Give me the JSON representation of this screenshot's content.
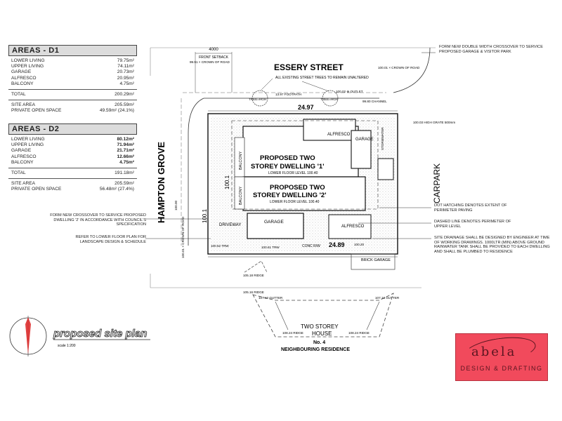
{
  "areas_d1": {
    "title": "AREAS - D1",
    "rows": [
      {
        "label": "LOWER LIVING",
        "value": "79.75m²"
      },
      {
        "label": "UPPER LIVING",
        "value": "74.11m²"
      },
      {
        "label": "GARAGE",
        "value": "20.73m²"
      },
      {
        "label": "ALFRESCO",
        "value": "20.95m²"
      },
      {
        "label": "BALCONY",
        "value": "4.75m²"
      }
    ],
    "total_label": "TOTAL",
    "total_value": "200.29m²",
    "site_area_label": "SITE AREA",
    "site_area_value": "205.59m²",
    "pos_label": "PRIVATE OPEN SPACE",
    "pos_value": "49.59m² (24.1%)"
  },
  "areas_d2": {
    "title": "AREAS - D2",
    "rows": [
      {
        "label": "LOWER LIVING",
        "value": "80.12m²"
      },
      {
        "label": "UPPER LIVING",
        "value": "71.94m²"
      },
      {
        "label": "GARAGE",
        "value": "21.71m²"
      },
      {
        "label": "ALFRESCO",
        "value": "12.66m²"
      },
      {
        "label": "BALCONY",
        "value": "4.75m²"
      }
    ],
    "total_label": "TOTAL",
    "total_value": "191.18m²",
    "site_area_label": "SITE AREA",
    "site_area_value": "205.59m²",
    "pos_label": "PRIVATE OPEN SPACE",
    "pos_value": "56.48m² (27.4%)"
  },
  "streets": {
    "essery": "ESSERY STREET",
    "hampton": "HAMPTON GROVE",
    "carpark": "CARPARK"
  },
  "plan": {
    "front_setback_dim": "4000",
    "front_setback_label": "FRONT SETBACK",
    "crown_road_left": "99.91 × CROWN OF ROAD",
    "crown_road_right": "100.01 × CROWN OF ROAD",
    "trees_note": "ALL EXISTING STREET TREES TO REMAIN UNALTERED",
    "tree1": "TREE=HGH",
    "tree2": "TREE=HGH",
    "outlet": "100.02 ⊕ OUTLET",
    "channel": "99.80 CHANNEL",
    "footpath": "13.97 FOOTPATH",
    "top_dim": "24.97",
    "bottom_dim": "24.89",
    "bottom_right_level": "100.20",
    "high_grate": "100.03 HIGH GRATE 500mm",
    "storm": "STORMWATER",
    "dwelling1_title_a": "PROPOSED TWO",
    "dwelling1_title_b": "STOREY DWELLING '1'",
    "dwelling1_level": "LOWER FLOOR LEVEL 100.40",
    "dwelling2_title_a": "PROPOSED TWO",
    "dwelling2_title_b": "STOREY DWELLING '2'",
    "dwelling2_level": "LOWER FLOOR LEVEL 100.40",
    "alfresco1": "ALFRESCO",
    "garage1": "GARAGE",
    "balcony1": "BALCONY",
    "balcony2": "BALCONY",
    "driveway": "DRIVEWAY",
    "garage2": "GARAGE",
    "alfresco2": "ALFRESCO",
    "side_dim_a": "100.1",
    "side_dim_b": "100.1",
    "brick_garage": "BRICK GARAGE",
    "conc_rw": "CONC R/W",
    "ridge1": "105.18 RIDGE",
    "ridge2": "105.16 RIDGE",
    "gutter1": "107.12 GUTTER",
    "gutter2": "107.13 GUTTER",
    "ridge3": "108.24 RIDGE",
    "ridge4": "108.24 RIDGE",
    "neigh_a": "TWO STOREY",
    "neigh_b": "HOUSE",
    "neigh_c": "No. 4",
    "neigh_d": "NEIGHBOURING RESIDENCE",
    "left_level1": "100.00",
    "left_level2": "100.01 × CROWN OF ROAD",
    "lvl_bl": "100.52 TRW",
    "lvl_bm": "100.61 TRW"
  },
  "notes": {
    "crossover_top": "FORM NEW DOUBLE WIDTH CROSSOVER TO SERVICE PROPOSED GARAGE & VISITOR PARK",
    "crossover_left": "FORM NEW CROSSOVER TO SERVICE PROPOSED DWELLING '2' IN ACCORDANCE WITH COUNCIL'S SPECIFICATION",
    "landscape": "REFER TO LOWER FLOOR PLAN FOR LANDSCAPE DESIGN & SCHEDULE",
    "hatching": "DOT HATCHING DENOTES EXTENT OF PERIMETER PAVING",
    "dashed": "DASHED LINE DENOTES PERIMETER OF UPPER LEVEL",
    "drainage": "SITE DRAINAGE SHALL BE DESIGNED BY ENGINEER AT TIME OF WORKING DRAWINGS. 1000LTR (MIN) ABOVE GROUND RAINWATER TANK SHALL BE PROVIDED TO EACH DWELLING AND SHALL BE PLUMBED TO RESIDENCE"
  },
  "title_block": {
    "title": "proposed site plan",
    "scale": "scale 1:200",
    "north": "NORTH"
  },
  "logo": {
    "name": "abela",
    "sub": "DESIGN & DRAFTING"
  }
}
